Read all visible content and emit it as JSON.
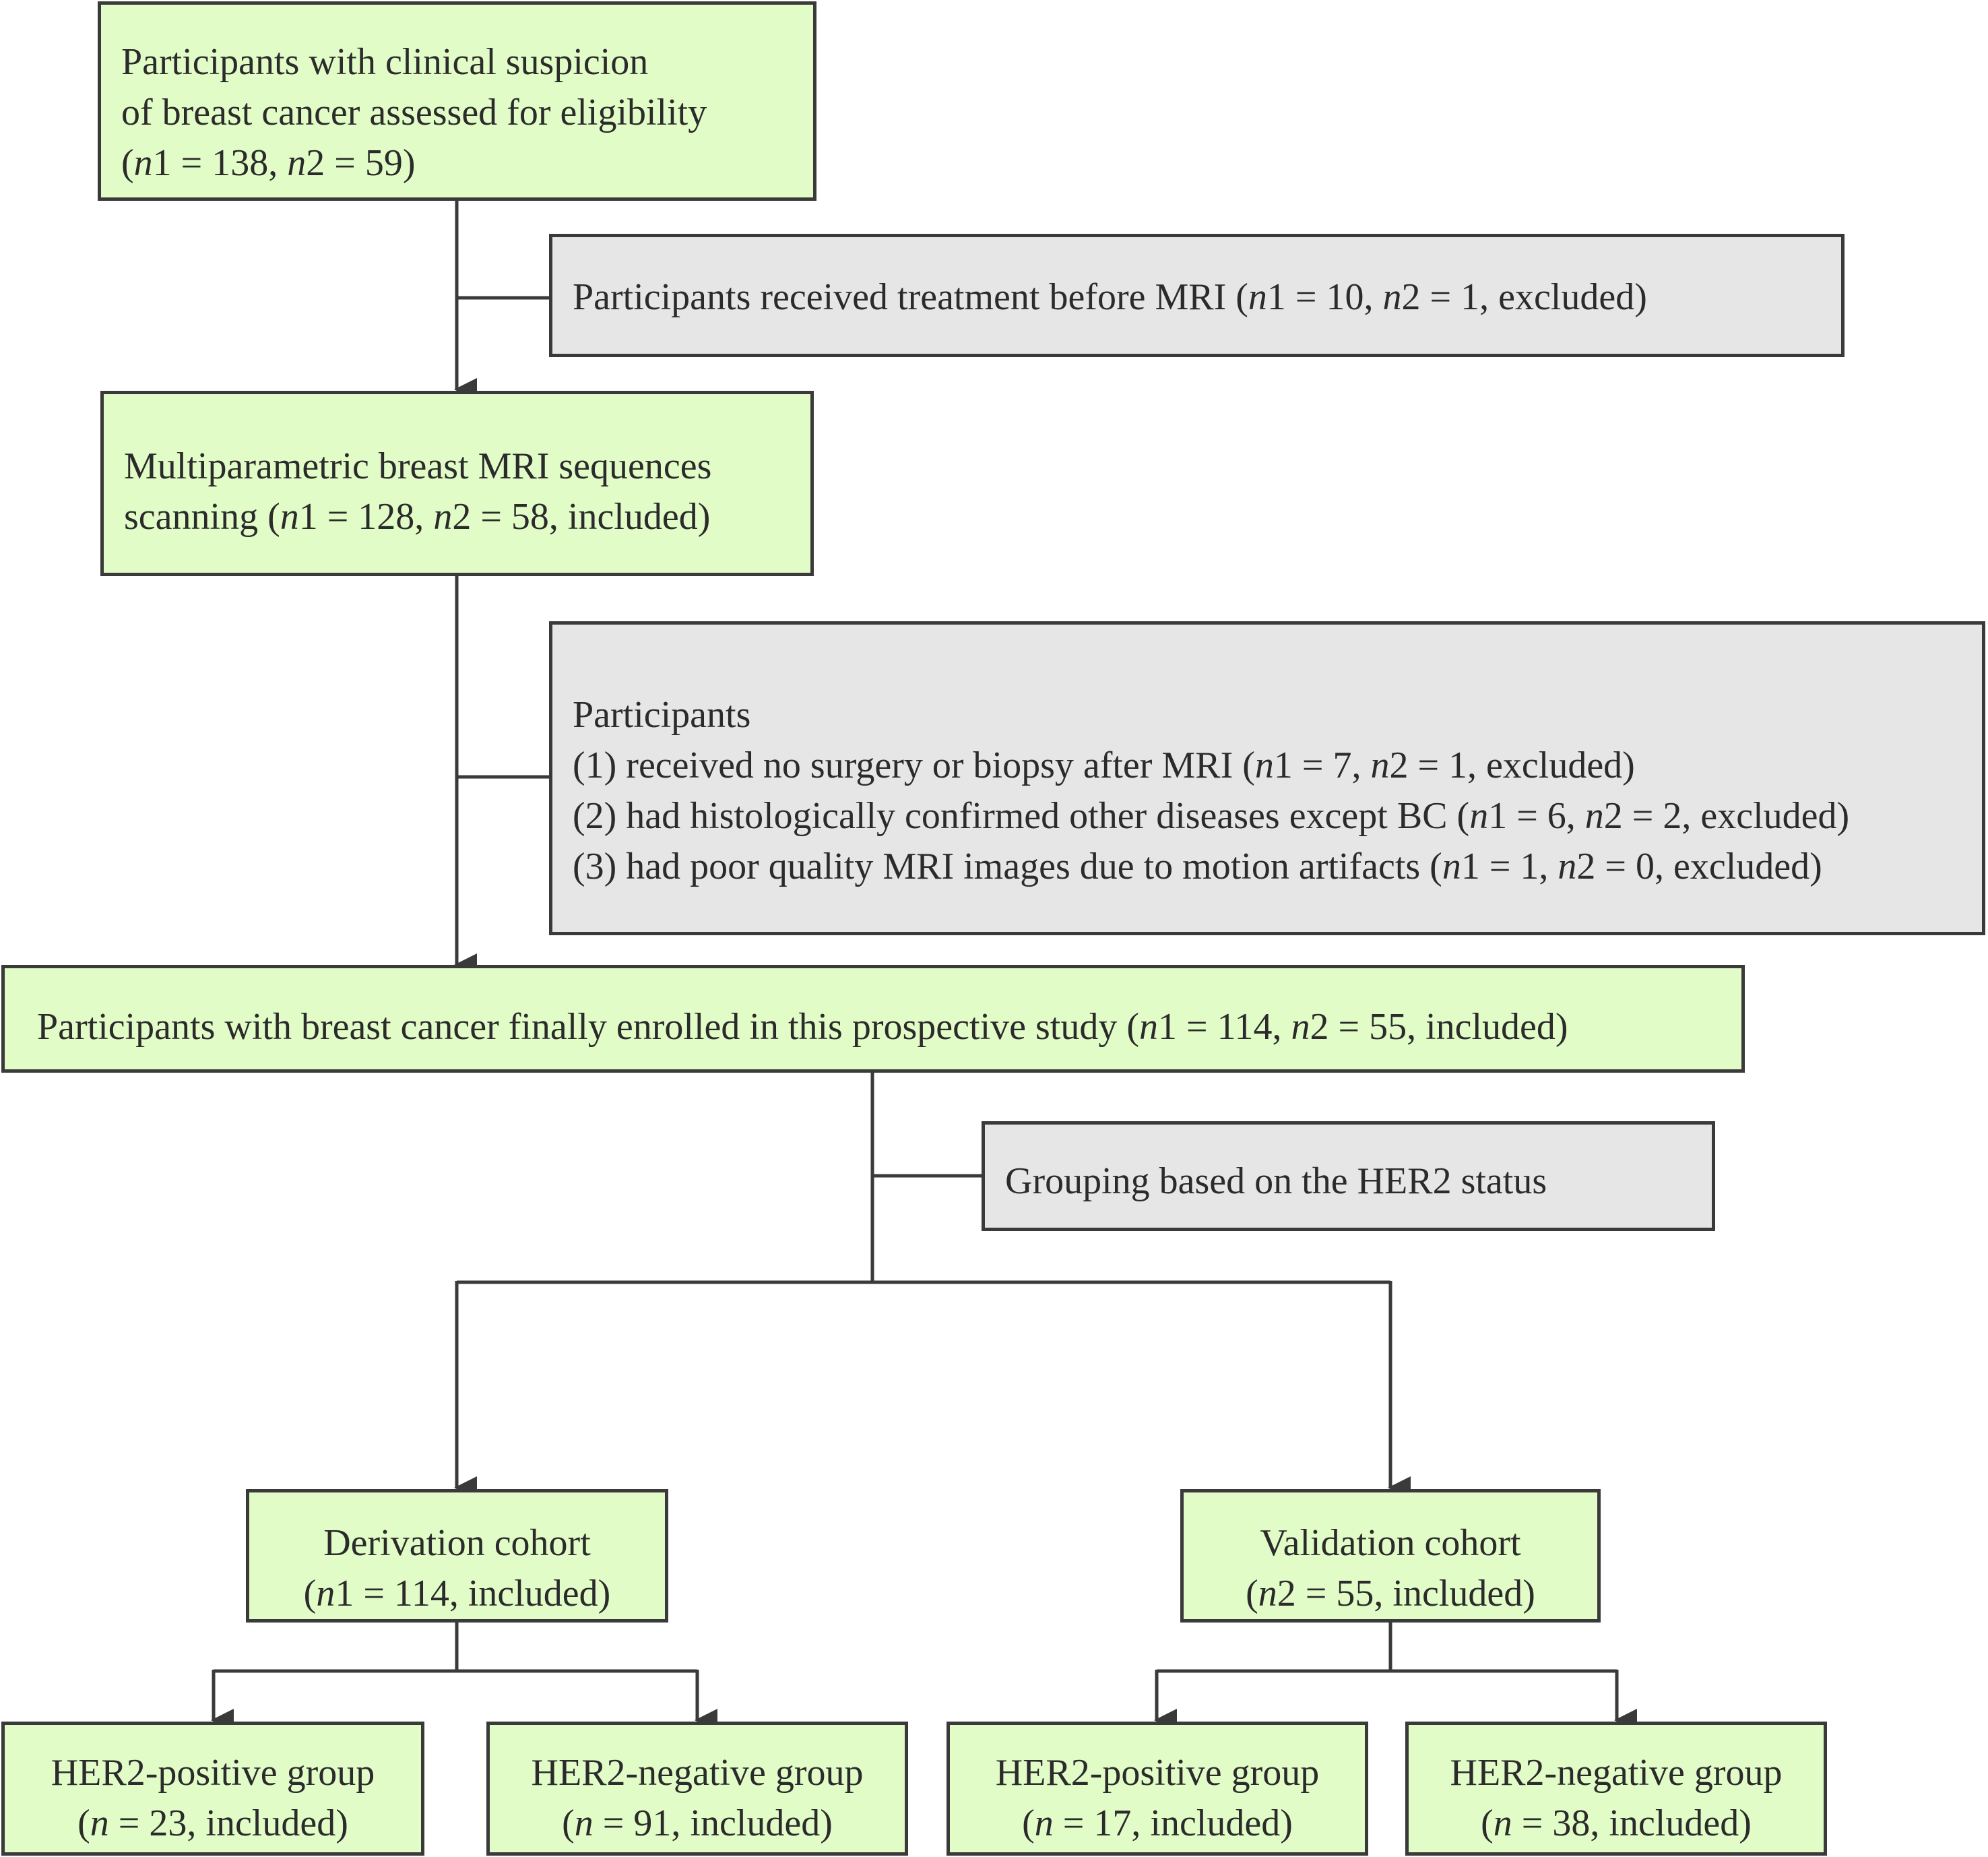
{
  "boxes": {
    "assessed": {
      "lines": [
        [
          {
            "t": "Participants with clinical suspicion"
          }
        ],
        [
          {
            "t": "of breast cancer assessed for eligibility"
          }
        ],
        [
          {
            "t": "("
          },
          {
            "t": "n",
            "i": true
          },
          {
            "t": "1 = 138, "
          },
          {
            "t": "n",
            "i": true
          },
          {
            "t": "2 = 59)"
          }
        ]
      ]
    },
    "excluded_treatment": {
      "lines": [
        [
          {
            "t": "Participants received treatment before MRI ("
          },
          {
            "t": "n",
            "i": true
          },
          {
            "t": "1 = 10, "
          },
          {
            "t": "n",
            "i": true
          },
          {
            "t": "2 = 1, excluded)"
          }
        ]
      ]
    },
    "mri_scanning": {
      "lines": [
        [
          {
            "t": "Multiparametric breast MRI sequences"
          }
        ],
        [
          {
            "t": "scanning  ("
          },
          {
            "t": "n",
            "i": true
          },
          {
            "t": "1 = 128, "
          },
          {
            "t": "n",
            "i": true
          },
          {
            "t": "2 = 58, included)"
          }
        ]
      ]
    },
    "excluded_other": {
      "lines": [
        [
          {
            "t": "Participants"
          }
        ],
        [
          {
            "t": "(1) received no surgery or biopsy after MRI ("
          },
          {
            "t": "n",
            "i": true
          },
          {
            "t": "1 = 7, "
          },
          {
            "t": "n",
            "i": true
          },
          {
            "t": "2 = 1, excluded)"
          }
        ],
        [
          {
            "t": "(2) had histologically confirmed other diseases except BC ("
          },
          {
            "t": "n",
            "i": true
          },
          {
            "t": "1 = 6, "
          },
          {
            "t": "n",
            "i": true
          },
          {
            "t": "2 = 2, excluded)"
          }
        ],
        [
          {
            "t": "(3) had poor quality MRI images due to motion artifacts ("
          },
          {
            "t": "n",
            "i": true
          },
          {
            "t": "1 = 1, "
          },
          {
            "t": "n",
            "i": true
          },
          {
            "t": "2 = 0, excluded)"
          }
        ]
      ]
    },
    "enrolled": {
      "lines": [
        [
          {
            "t": "Participants with  breast cancer finally enrolled in this prospective study ("
          },
          {
            "t": "n",
            "i": true
          },
          {
            "t": "1  = 114, "
          },
          {
            "t": "n",
            "i": true
          },
          {
            "t": "2 = 55, included)"
          }
        ]
      ]
    },
    "grouping": {
      "lines": [
        [
          {
            "t": "Grouping based on the HER2 status"
          }
        ]
      ]
    },
    "derivation": {
      "lines": [
        [
          {
            "t": "Derivation cohort"
          }
        ],
        [
          {
            "t": "("
          },
          {
            "t": "n",
            "i": true
          },
          {
            "t": "1 = 114, included)"
          }
        ]
      ]
    },
    "validation": {
      "lines": [
        [
          {
            "t": "Validation cohort"
          }
        ],
        [
          {
            "t": "("
          },
          {
            "t": "n",
            "i": true
          },
          {
            "t": "2 = 55, included)"
          }
        ]
      ]
    },
    "deriv_pos": {
      "lines": [
        [
          {
            "t": "HER2-positive group"
          }
        ],
        [
          {
            "t": "("
          },
          {
            "t": "n",
            "i": true
          },
          {
            "t": " = 23, included)"
          }
        ]
      ]
    },
    "deriv_neg": {
      "lines": [
        [
          {
            "t": "HER2-negative group"
          }
        ],
        [
          {
            "t": "("
          },
          {
            "t": "n",
            "i": true
          },
          {
            "t": " = 91, included)"
          }
        ]
      ]
    },
    "valid_pos": {
      "lines": [
        [
          {
            "t": "HER2-positive group"
          }
        ],
        [
          {
            "t": "("
          },
          {
            "t": "n",
            "i": true
          },
          {
            "t": " = 17, included)"
          }
        ]
      ]
    },
    "valid_neg": {
      "lines": [
        [
          {
            "t": "HER2-negative group"
          }
        ],
        [
          {
            "t": "("
          },
          {
            "t": "n",
            "i": true
          },
          {
            "t": " = 38, included)"
          }
        ]
      ]
    }
  },
  "colors": {
    "included_fill": "#e2fcc8",
    "excluded_fill": "#e6e6e6",
    "stroke": "#3a3a3a",
    "text": "#2b2b2b"
  }
}
